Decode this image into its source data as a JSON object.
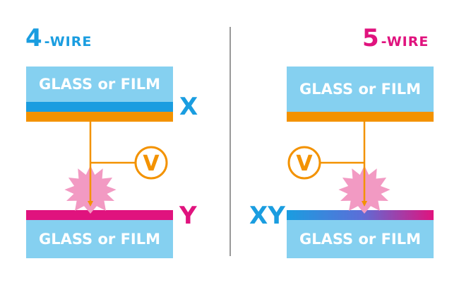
{
  "four_wire": {
    "title_number": "4",
    "title_suffix": "-WIRE",
    "top_panel_label": "GLASS or FILM",
    "bottom_panel_label": "GLASS or FILM",
    "top_axis_label": "X",
    "bottom_axis_label": "Y",
    "meter_label": "V"
  },
  "five_wire": {
    "title_number": "5",
    "title_suffix": "-WIRE",
    "top_panel_label": "GLASS or FILM",
    "bottom_panel_label": "GLASS or FILM",
    "bottom_axis_label": "XY",
    "meter_label": "V"
  },
  "colors": {
    "cyan": "#1a9de0",
    "magenta": "#e0137e",
    "orange": "#f39200",
    "panel": "#85d0f0",
    "burst": "#f29ac3"
  }
}
